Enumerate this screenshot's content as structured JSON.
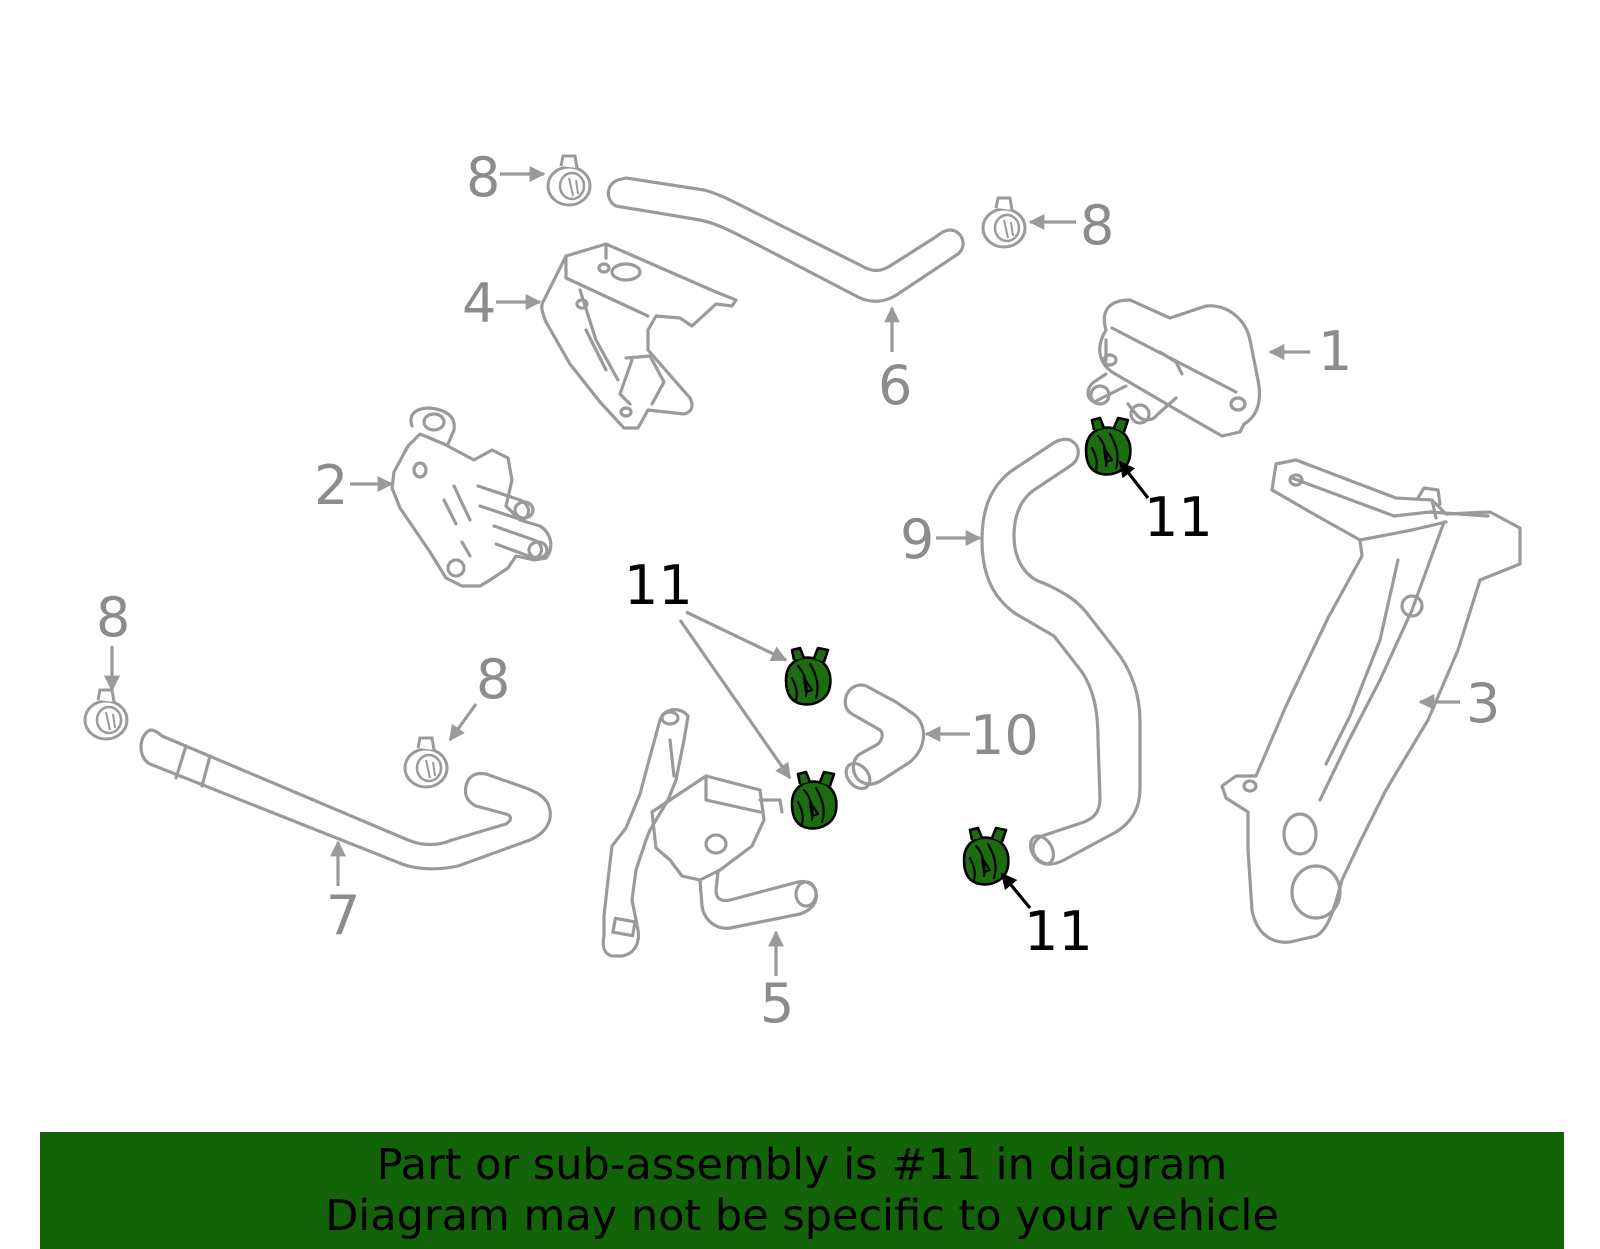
{
  "diagram": {
    "highlighted_part": "11",
    "highlight_color": "#1c6d10",
    "callouts": [
      {
        "id": "c1",
        "label": "1"
      },
      {
        "id": "c2",
        "label": "2"
      },
      {
        "id": "c3",
        "label": "3"
      },
      {
        "id": "c4",
        "label": "4"
      },
      {
        "id": "c5",
        "label": "5"
      },
      {
        "id": "c6",
        "label": "6"
      },
      {
        "id": "c7",
        "label": "7"
      },
      {
        "id": "c8a",
        "label": "8"
      },
      {
        "id": "c8b",
        "label": "8"
      },
      {
        "id": "c8c",
        "label": "8"
      },
      {
        "id": "c8d",
        "label": "8"
      },
      {
        "id": "c9",
        "label": "9"
      },
      {
        "id": "c10",
        "label": "10"
      },
      {
        "id": "c11a",
        "label": "11"
      },
      {
        "id": "c11b",
        "label": "11"
      },
      {
        "id": "c11c",
        "label": "11"
      }
    ]
  },
  "banner": {
    "line1": "Part or sub-assembly is #11 in diagram",
    "line2": "Diagram may not be specific to your vehicle",
    "background": "#136309"
  }
}
